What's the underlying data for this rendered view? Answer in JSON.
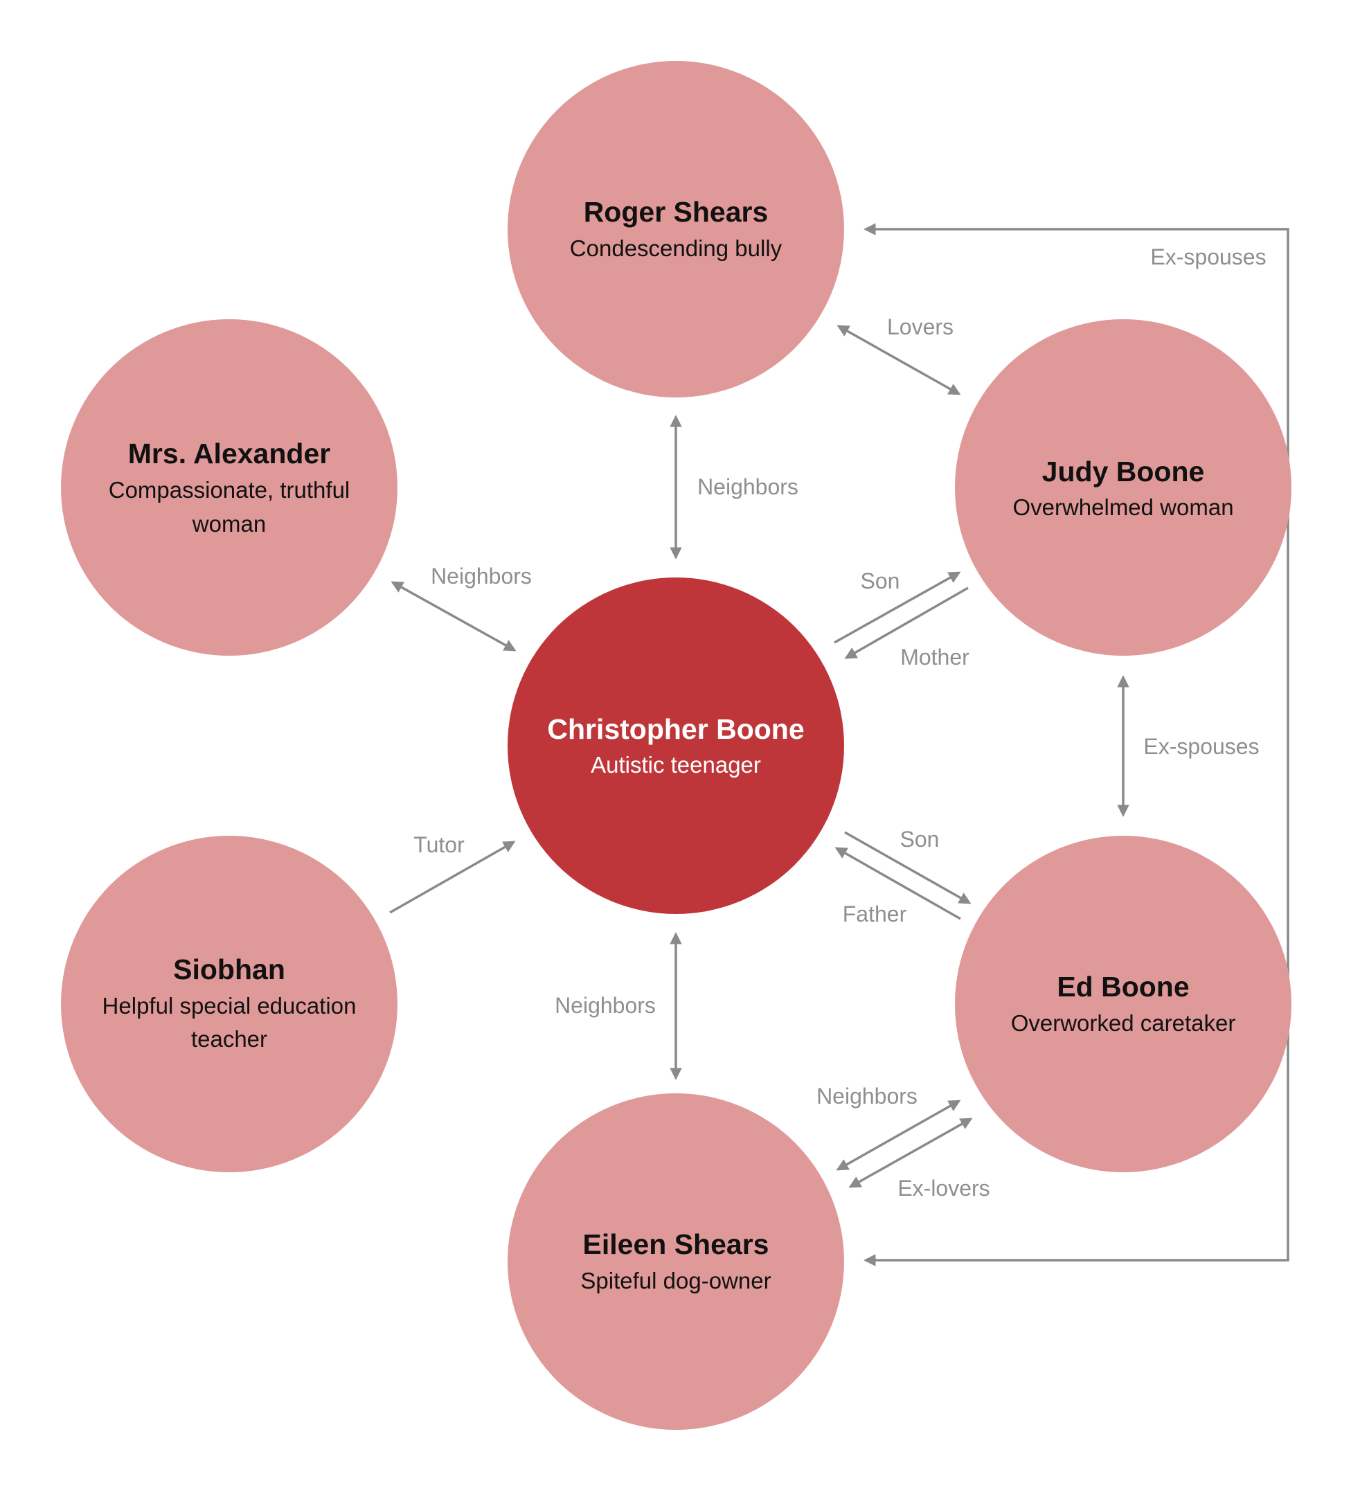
{
  "colors": {
    "center_fill": "#bf363a",
    "node_fill": "#e09999",
    "center_text": "#ffffff",
    "node_text": "#111111",
    "edge": "#8a8a8a",
    "edge_label": "#8f8f8f"
  },
  "nodes": {
    "roger": {
      "name": "Roger Shears",
      "desc": [
        "Condescending bully"
      ]
    },
    "alexander": {
      "name": "Mrs. Alexander",
      "desc": [
        "Compassionate, truthful",
        "woman"
      ]
    },
    "judy": {
      "name": "Judy Boone",
      "desc": [
        "Overwhelmed woman"
      ]
    },
    "christopher": {
      "name": "Christopher Boone",
      "desc": [
        "Autistic teenager"
      ]
    },
    "siobhan": {
      "name": "Siobhan",
      "desc": [
        "Helpful special education",
        "teacher"
      ]
    },
    "ed": {
      "name": "Ed Boone",
      "desc": [
        "Overworked caretaker"
      ]
    },
    "eileen": {
      "name": "Eileen Shears",
      "desc": [
        "Spiteful dog-owner"
      ]
    }
  },
  "edges": {
    "roger_eileen_exspouses": "Ex-spouses",
    "roger_judy_lovers": "Lovers",
    "roger_christopher_neighbors": "Neighbors",
    "alexander_christopher_neighbors": "Neighbors",
    "christopher_judy_son": "Son",
    "judy_christopher_mother": "Mother",
    "judy_ed_exspouses": "Ex-spouses",
    "siobhan_christopher_tutor": "Tutor",
    "christopher_ed_son": "Son",
    "ed_christopher_father": "Father",
    "christopher_eileen_neighbors": "Neighbors",
    "ed_eileen_neighbors": "Neighbors",
    "ed_eileen_exlovers": "Ex-lovers"
  }
}
